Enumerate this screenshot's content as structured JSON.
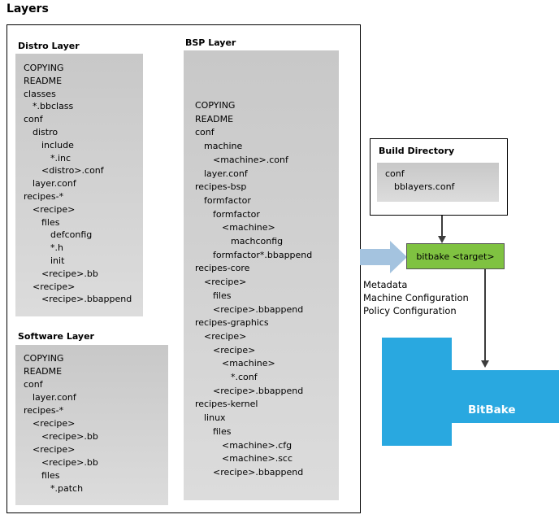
{
  "title": "Layers",
  "colors": {
    "green": "#7fc241",
    "blue": "#29a8e0",
    "light_blue": "#a4c3df",
    "gray_top": "#c8c8c8",
    "gray_bottom": "#dcdcdc",
    "arrow": "#3c3c3c"
  },
  "layers_panel": {
    "distro": {
      "label": "Distro Layer",
      "tree": [
        {
          "text": "COPYING",
          "indent": 0
        },
        {
          "text": "README",
          "indent": 0
        },
        {
          "text": "classes",
          "indent": 0
        },
        {
          "text": "*.bbclass",
          "indent": 1
        },
        {
          "text": "conf",
          "indent": 0
        },
        {
          "text": "distro",
          "indent": 1
        },
        {
          "text": "include",
          "indent": 2
        },
        {
          "text": "*.inc",
          "indent": 3
        },
        {
          "text": "<distro>.conf",
          "indent": 2
        },
        {
          "text": "layer.conf",
          "indent": 1
        },
        {
          "text": "recipes-*",
          "indent": 0
        },
        {
          "text": "<recipe>",
          "indent": 1
        },
        {
          "text": "files",
          "indent": 2
        },
        {
          "text": "defconfig",
          "indent": 3
        },
        {
          "text": "*.h",
          "indent": 3
        },
        {
          "text": "init",
          "indent": 3
        },
        {
          "text": "<recipe>.bb",
          "indent": 2
        },
        {
          "text": "<recipe>",
          "indent": 1
        },
        {
          "text": "<recipe>.bbappend",
          "indent": 2
        }
      ]
    },
    "software": {
      "label": "Software Layer",
      "tree": [
        {
          "text": "COPYING",
          "indent": 0
        },
        {
          "text": "README",
          "indent": 0
        },
        {
          "text": "conf",
          "indent": 0
        },
        {
          "text": "layer.conf",
          "indent": 1
        },
        {
          "text": "recipes-*",
          "indent": 0
        },
        {
          "text": "<recipe>",
          "indent": 1
        },
        {
          "text": "<recipe>.bb",
          "indent": 2
        },
        {
          "text": "<recipe>",
          "indent": 1
        },
        {
          "text": "<recipe>.bb",
          "indent": 2
        },
        {
          "text": "files",
          "indent": 2
        },
        {
          "text": "*.patch",
          "indent": 3
        }
      ]
    },
    "bsp": {
      "label": "BSP Layer",
      "tree": [
        {
          "text": "COPYING",
          "indent": 0
        },
        {
          "text": "README",
          "indent": 0
        },
        {
          "text": "conf",
          "indent": 0
        },
        {
          "text": "machine",
          "indent": 1
        },
        {
          "text": "<machine>.conf",
          "indent": 2
        },
        {
          "text": "layer.conf",
          "indent": 1
        },
        {
          "text": "recipes-bsp",
          "indent": 0
        },
        {
          "text": "formfactor",
          "indent": 1
        },
        {
          "text": "formfactor",
          "indent": 2
        },
        {
          "text": "<machine>",
          "indent": 3
        },
        {
          "text": "machconfig",
          "indent": 4
        },
        {
          "text": "formfactor*.bbappend",
          "indent": 2
        },
        {
          "text": "recipes-core",
          "indent": 0
        },
        {
          "text": "<recipe>",
          "indent": 1
        },
        {
          "text": "files",
          "indent": 2
        },
        {
          "text": "<recipe>.bbappend",
          "indent": 2
        },
        {
          "text": "recipes-graphics",
          "indent": 0
        },
        {
          "text": "<recipe>",
          "indent": 1
        },
        {
          "text": "<recipe>",
          "indent": 2
        },
        {
          "text": "<machine>",
          "indent": 3
        },
        {
          "text": "*.conf",
          "indent": 4
        },
        {
          "text": "<recipe>.bbappend",
          "indent": 2
        },
        {
          "text": "recipes-kernel",
          "indent": 0
        },
        {
          "text": "linux",
          "indent": 1
        },
        {
          "text": "files",
          "indent": 2
        },
        {
          "text": "<machine>.cfg",
          "indent": 3
        },
        {
          "text": "<machine>.scc",
          "indent": 3
        },
        {
          "text": "<recipe>.bbappend",
          "indent": 2
        }
      ]
    }
  },
  "build_directory": {
    "label": "Build Directory",
    "tree": [
      {
        "text": "conf",
        "indent": 0
      },
      {
        "text": "bblayers.conf",
        "indent": 1
      }
    ]
  },
  "bitbake_target": {
    "label": "bitbake <target>"
  },
  "inputs_caption": [
    "Metadata",
    "Machine Configuration",
    "Policy Configuration"
  ],
  "bitbake": {
    "label": "BitBake"
  }
}
